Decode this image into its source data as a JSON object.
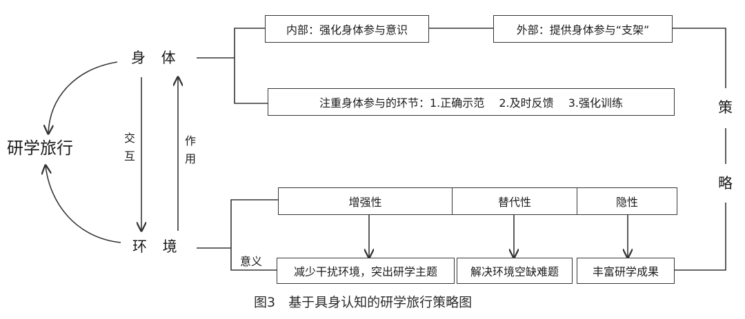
{
  "center": "研学旅行",
  "body_node": "身 体",
  "env_node": "环 境",
  "left_arrow_label": "交互",
  "right_arrow_label": "作用",
  "top_boxes": {
    "internal": "内部：强化身体参与意识",
    "external": "外部：提供身体参与“支架”",
    "links": "注重身体参与的环节：1.正确示范　 2.及时反馈　 3.强化训练"
  },
  "strategy": [
    "策",
    "略"
  ],
  "meaning_label": "意义",
  "properties": [
    "增强性",
    "替代性",
    "隐性"
  ],
  "outcomes": [
    "减少干扰环境，突出研学主题",
    "解决环境空缺难题",
    "丰富研学成果"
  ],
  "caption": "图3　基于具身认知的研学旅行策略图"
}
